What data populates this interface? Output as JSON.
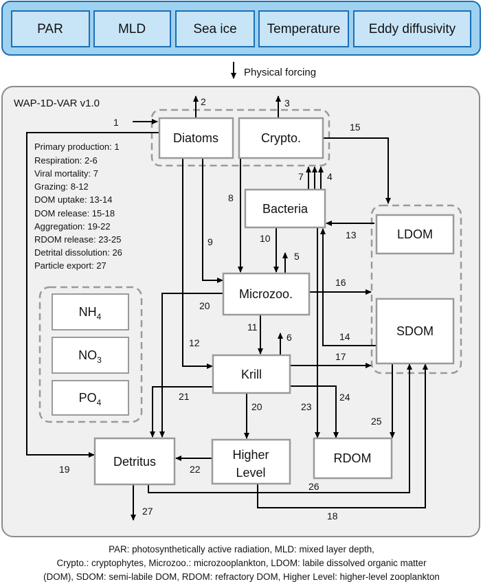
{
  "forcings": [
    "PAR",
    "MLD",
    "Sea ice",
    "Temperature",
    "Eddy diffusivity"
  ],
  "physical_forcing_label": "Physical forcing",
  "model_title": "WAP-1D-VAR v1.0",
  "nodes": {
    "diatoms": "Diatoms",
    "crypto": "Crypto.",
    "bacteria": "Bacteria",
    "ldom": "LDOM",
    "microzoo": "Microzoo.",
    "sdom": "SDOM",
    "krill": "Krill",
    "detritus": "Detritus",
    "higher_level_1": "Higher",
    "higher_level_2": "Level",
    "rdom": "RDOM"
  },
  "nutrients": [
    {
      "base": "NH",
      "sub": "4"
    },
    {
      "base": "NO",
      "sub": "3"
    },
    {
      "base": "PO",
      "sub": "4"
    }
  ],
  "process_legend": [
    "Primary production: 1",
    "Respiration: 2-6",
    "Viral mortality: 7",
    "Grazing: 8-12",
    "DOM uptake: 13-14",
    "DOM release: 15-18",
    "Aggregation: 19-22",
    "RDOM release: 23-25",
    "Detrital dissolution: 26",
    "Particle export: 27"
  ],
  "flux_labels": {
    "f1": "1",
    "f2": "2",
    "f3": "3",
    "f4": "4",
    "f5": "5",
    "f6": "6",
    "f7": "7",
    "f8": "8",
    "f9": "9",
    "f10": "10",
    "f11": "11",
    "f12": "12",
    "f13": "13",
    "f14": "14",
    "f15": "15",
    "f16": "16",
    "f17": "17",
    "f18": "18",
    "f19": "19",
    "f20a": "20",
    "f20b": "20",
    "f21": "21",
    "f22": "22",
    "f23": "23",
    "f24": "24",
    "f25": "25",
    "f26": "26",
    "f27": "27"
  },
  "caption": [
    "PAR: photosynthetically active radiation, MLD: mixed layer depth,",
    "Crypto.: cryptophytes, Microzoo.: microzooplankton, LDOM: labile dissolved organic matter",
    "(DOM), SDOM: semi-labile DOM, RDOM: refractory DOM, Higher Level: higher-level zooplankton"
  ],
  "colors": {
    "forcing_panel_fill": "#9fd1f1",
    "forcing_box_fill": "#c8e5f8",
    "forcing_border": "#1a6fb5",
    "model_panel_fill": "#f0f0f0",
    "model_panel_border": "#8a8a8a",
    "node_border": "#9a9a9a",
    "dashed_group": "#9a9a9a"
  }
}
